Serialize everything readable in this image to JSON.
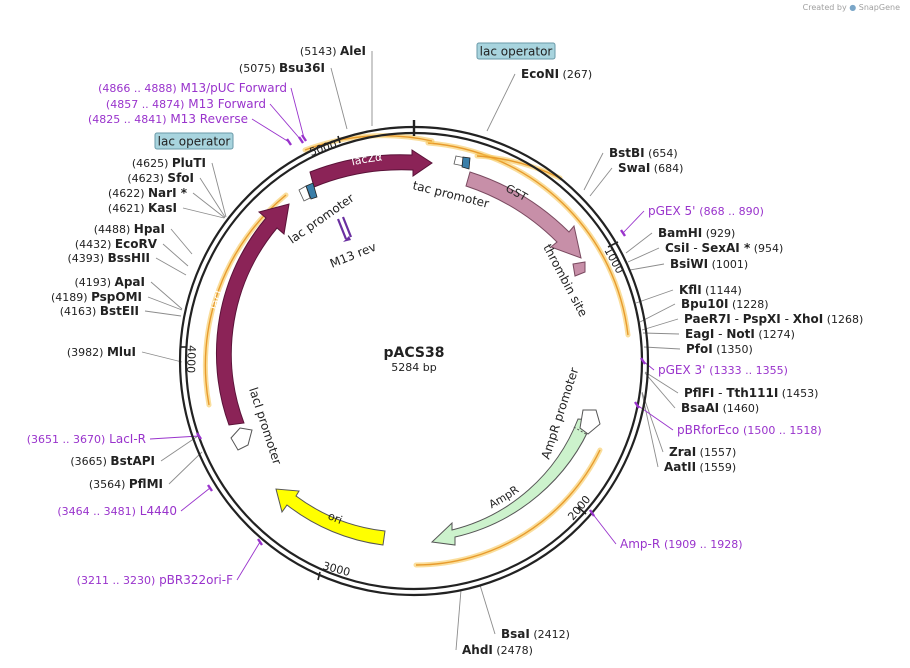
{
  "watermark": {
    "prefix": "Created by",
    "brand": "SnapGene"
  },
  "plasmid": {
    "name": "pACS38",
    "length": "5284 bp"
  },
  "ticks": [
    "1000",
    "2000",
    "3000",
    "4000",
    "5000"
  ],
  "colors": {
    "backbone": "#222222",
    "site_line": "#8c8c8c",
    "primer": "#9933cc",
    "glow": "#f6c24a",
    "lacZa": "#8b2357",
    "lacI": "#8b2357",
    "GST": "#c78fa8",
    "AmpR": "#ccf2cc",
    "ori": "#ffff00",
    "promoter_fill": "#ffffff",
    "operator_fill": "#a8d4de",
    "m13": "#6a2fa0"
  },
  "sites": [
    {
      "name": "AleI",
      "pos": "(5143)"
    },
    {
      "name": "Bsu36I",
      "pos": "(5075)"
    },
    {
      "name": "EcoNI",
      "pos": "(267)"
    },
    {
      "name": "BstBI",
      "pos": "(654)"
    },
    {
      "name": "SwaI",
      "pos": "(684)"
    },
    {
      "name": "BamHI",
      "pos": "(929)"
    },
    {
      "name": "CsiI",
      "sep": " - ",
      "name2": "SexAI *",
      "pos": "(954)"
    },
    {
      "name": "BsiWI",
      "pos": "(1001)"
    },
    {
      "name": "KflI",
      "pos": "(1144)"
    },
    {
      "name": "Bpu10I",
      "pos": "(1228)"
    },
    {
      "name": "PaeR7I",
      "sep": " - ",
      "name2": "PspXI",
      "sep2": " - ",
      "name3": "XhoI",
      "pos": "(1268)"
    },
    {
      "name": "EagI",
      "sep": " - ",
      "name2": "NotI",
      "pos": "(1274)"
    },
    {
      "name": "PfoI",
      "pos": "(1350)"
    },
    {
      "name": "PflFI",
      "sep": " - ",
      "name2": "Tth111I",
      "pos": "(1453)"
    },
    {
      "name": "BsaAI",
      "pos": "(1460)"
    },
    {
      "name": "ZraI",
      "pos": "(1557)"
    },
    {
      "name": "AatII",
      "pos": "(1559)"
    },
    {
      "name": "BsaI",
      "pos": "(2412)"
    },
    {
      "name": "AhdI",
      "pos": "(2478)"
    },
    {
      "name": "PflMI",
      "pos": "(3564)"
    },
    {
      "name": "BstAPI",
      "pos": "(3665)"
    },
    {
      "name": "MluI",
      "pos": "(3982)"
    },
    {
      "name": "BstEII",
      "pos": "(4163)"
    },
    {
      "name": "PspOMI",
      "pos": "(4189)"
    },
    {
      "name": "ApaI",
      "pos": "(4193)"
    },
    {
      "name": "BssHII",
      "pos": "(4393)"
    },
    {
      "name": "EcoRV",
      "pos": "(4432)"
    },
    {
      "name": "HpaI",
      "pos": "(4488)"
    },
    {
      "name": "KasI",
      "pos": "(4621)"
    },
    {
      "name": "NarI *",
      "pos": "(4622)"
    },
    {
      "name": "SfoI",
      "pos": "(4623)"
    },
    {
      "name": "PluTI",
      "pos": "(4625)"
    }
  ],
  "primers": [
    {
      "name": "pGEX 5'",
      "range": "(868 .. 890)"
    },
    {
      "name": "pGEX 3'",
      "range": "(1333 .. 1355)"
    },
    {
      "name": "pBRforEco",
      "range": "(1500 .. 1518)"
    },
    {
      "name": "Amp-R",
      "range": "(1909 .. 1928)"
    },
    {
      "name": "pBR322ori-F",
      "range": "(3211 .. 3230)"
    },
    {
      "name": "L4440",
      "range": "(3464 .. 3481)"
    },
    {
      "name": "LacI-R",
      "range": "(3651 .. 3670)"
    },
    {
      "name": "M13/pUC Forward",
      "range": "(4866 .. 4888)"
    },
    {
      "name": "M13 Forward",
      "range": "(4857 .. 4874)"
    },
    {
      "name": "M13 Reverse",
      "range": "(4825 .. 4841)"
    }
  ],
  "boxed_labels": [
    "lac operator",
    "lac operator"
  ],
  "features": {
    "lacZa": "lacZα",
    "GST": "GST",
    "lacI": "lacI",
    "AmpR": "AmpR",
    "ori": "ori",
    "tac_promoter": "tac promoter",
    "lac_promoter": "lac promoter",
    "thrombin_site": "thrombin site",
    "M13_rev": "M13 rev",
    "AmpR_promoter": "AmpR promoter",
    "lacI_promoter": "lacI promoter"
  }
}
